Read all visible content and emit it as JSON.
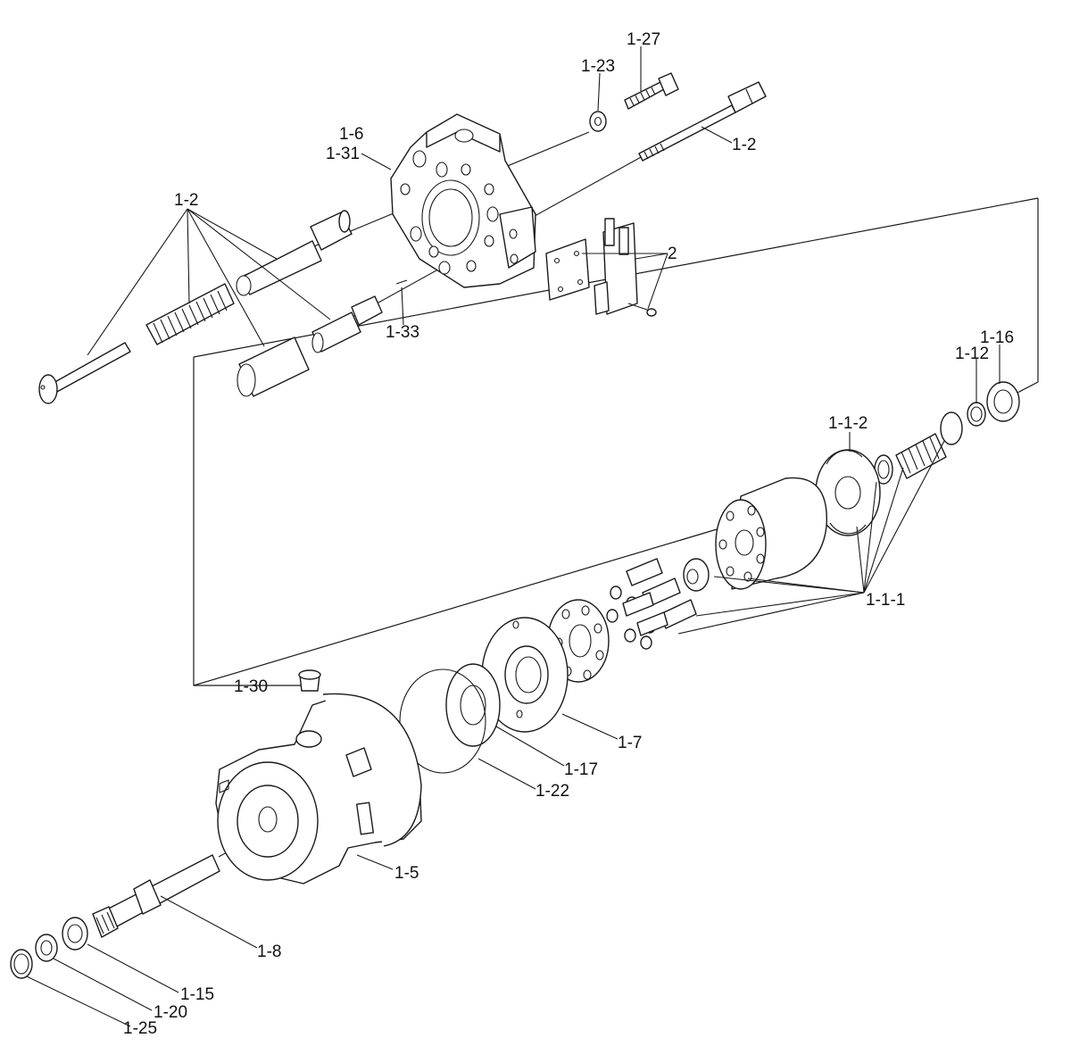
{
  "labels": {
    "l_1_27": "1-27",
    "l_1_23": "1-23",
    "l_1_6": "1-6",
    "l_1_31": "1-31",
    "l_1_2_top": "1-2",
    "l_1_2_left": "1-2",
    "l_2": "2",
    "l_1_33": "1-33",
    "l_1_16": "1-16",
    "l_1_12": "1-12",
    "l_1_1_2": "1-1-2",
    "l_1_1_1": "1-1-1",
    "l_1_30": "1-30",
    "l_1_7": "1-7",
    "l_1_17": "1-17",
    "l_1_22": "1-22",
    "l_1_5": "1-5",
    "l_1_8": "1-8",
    "l_1_15": "1-15",
    "l_1_20": "1-20",
    "l_1_25": "1-25"
  }
}
